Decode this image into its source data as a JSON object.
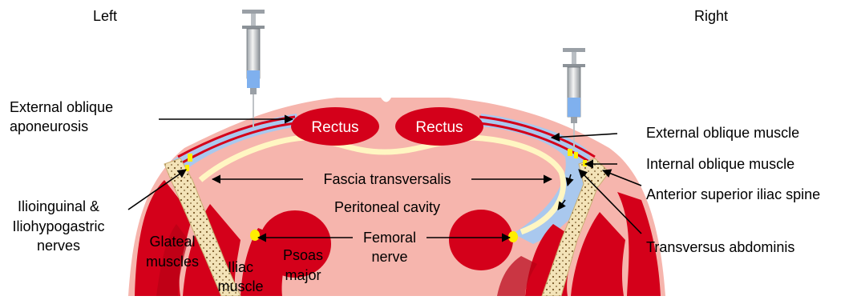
{
  "sides": {
    "left": "Left",
    "right": "Right"
  },
  "labels": {
    "external_oblique_aponeurosis": [
      "External oblique",
      "aponeurosis"
    ],
    "rectus_left": "Rectus",
    "rectus_right": "Rectus",
    "external_oblique_muscle": "External oblique muscle",
    "internal_oblique_muscle": "Internal oblique muscle",
    "asis": "Anterior superior iliac spine",
    "fascia_transversalis": "Fascia transversalis",
    "ilioinguinal_nerves": [
      "Ilioinguinal &",
      "Iliohypogastric",
      "nerves"
    ],
    "peritoneal_cavity": "Peritoneal cavity",
    "femoral_nerve": [
      "Femoral",
      "nerve"
    ],
    "glateal_muscles": [
      "Glateal",
      "muscles"
    ],
    "iliac_muscle": [
      "Iliac",
      "muscle"
    ],
    "psoas_major": [
      "Psoas",
      "major"
    ],
    "transversus_abdominis": "Transversus abdominis"
  },
  "colors": {
    "skin": "#f6b5ad",
    "muscle": "#d4001a",
    "fascia_fat": "#fff6c2",
    "local_anesthetic": "#a9c8ee",
    "bone": "#f3e3b8",
    "nerve": "#ffee00",
    "arrow": "#000000"
  },
  "icons": [
    "syringe-icon",
    "syringe-icon"
  ]
}
